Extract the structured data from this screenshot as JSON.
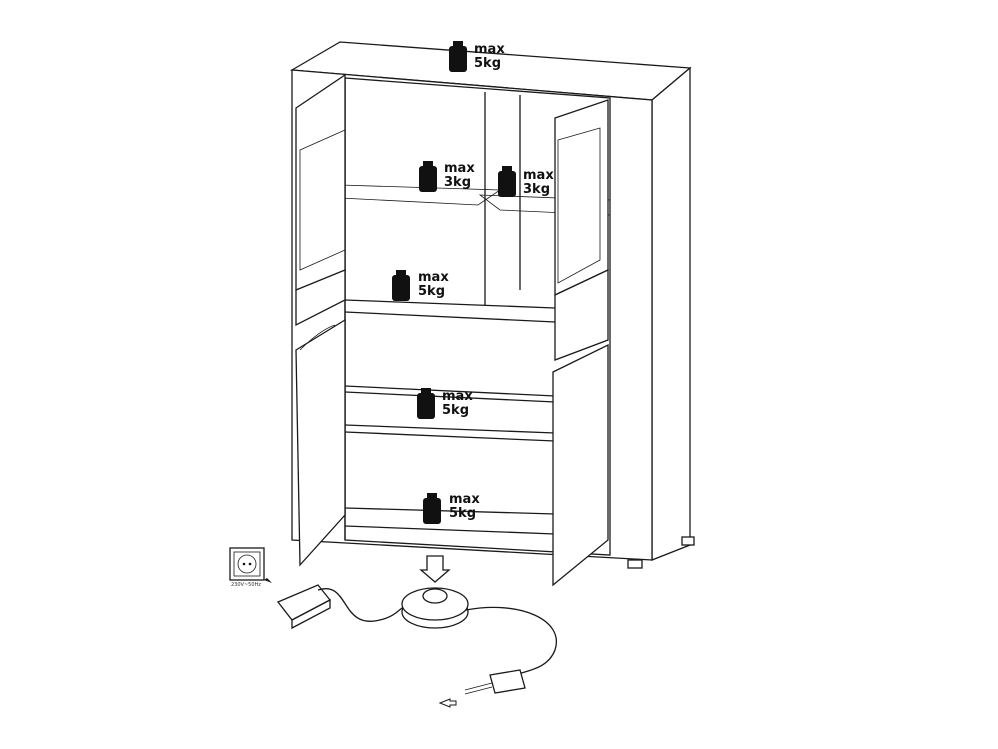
{
  "weight_limits": [
    {
      "id": "top",
      "line1": "max",
      "line2": "5kg"
    },
    {
      "id": "glass-left",
      "line1": "max",
      "line2": "3kg"
    },
    {
      "id": "glass-right",
      "line1": "max",
      "line2": "3kg"
    },
    {
      "id": "shelf-upper",
      "line1": "max",
      "line2": "5kg"
    },
    {
      "id": "shelf-middle",
      "line1": "max",
      "line2": "5kg"
    },
    {
      "id": "shelf-bottom",
      "line1": "max",
      "line2": "5kg"
    }
  ],
  "socket": {
    "label": "230V~50Hz"
  }
}
